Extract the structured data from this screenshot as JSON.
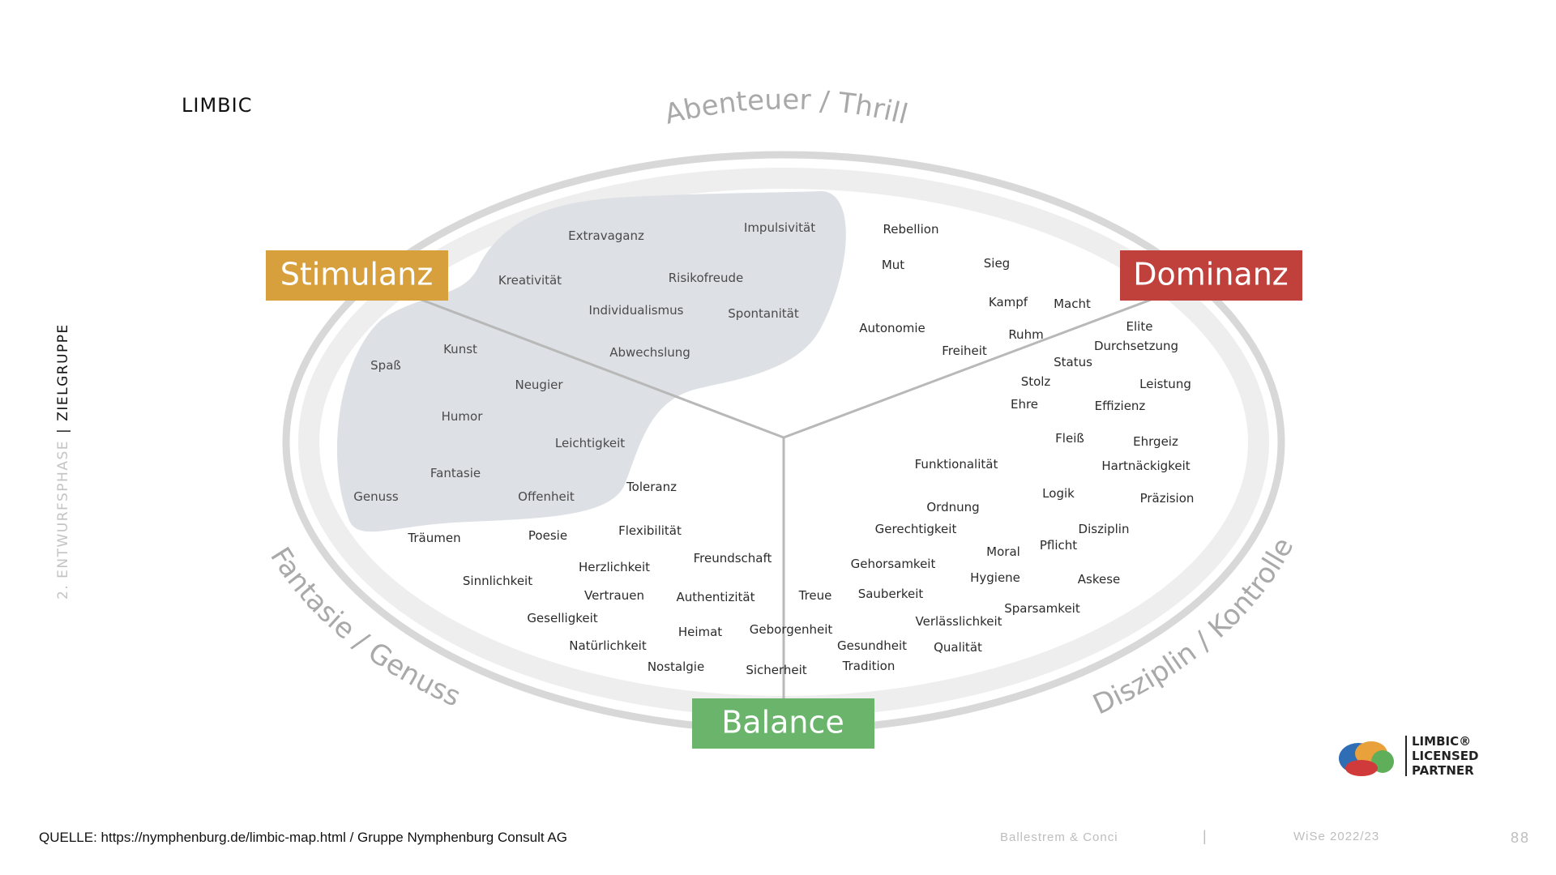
{
  "header": {
    "title": "LIMBIC"
  },
  "sidebar": {
    "phase": "2. ENTWURFSPHASE",
    "separator": "|",
    "group": "ZIELGRUPPE"
  },
  "diagram": {
    "arc_labels": {
      "top": "Abenteuer / Thrill",
      "bottom_left": "Fantasie / Genuss",
      "bottom_right": "Disziplin / Kontrolle"
    },
    "segments": {
      "stimulanz": "Stimulanz",
      "dominanz": "Dominanz",
      "balance": "Balance"
    },
    "colors": {
      "stimulanz": "#d8a03c",
      "dominanz": "#c0403c",
      "balance": "#6ab46c",
      "thrill_area": "#dde1e5",
      "ring": "#d5d5d5"
    },
    "words": {
      "extravaganz": "Extravaganz",
      "impulsivitaet": "Impulsivität",
      "kreativitaet": "Kreativität",
      "risikofreude": "Risikofreude",
      "individualismus": "Individualismus",
      "spontanitaet": "Spontanität",
      "abwechslung": "Abwechslung",
      "kunst": "Kunst",
      "spass": "Spaß",
      "neugier": "Neugier",
      "humor": "Humor",
      "leichtigkeit": "Leichtigkeit",
      "fantasie": "Fantasie",
      "genuss": "Genuss",
      "offenheit": "Offenheit",
      "toleranz": "Toleranz",
      "traeumen": "Träumen",
      "poesie": "Poesie",
      "flexibilitaet": "Flexibilität",
      "freundschaft": "Freundschaft",
      "herzlichkeit": "Herzlichkeit",
      "sinnlichkeit": "Sinnlichkeit",
      "vertrauen": "Vertrauen",
      "authentizitaet": "Authentizität",
      "treue": "Treue",
      "geselligkeit": "Geselligkeit",
      "heimat": "Heimat",
      "geborgenheit": "Geborgenheit",
      "natuerlichkeit": "Natürlichkeit",
      "nostalgie": "Nostalgie",
      "sicherheit": "Sicherheit",
      "rebellion": "Rebellion",
      "mut": "Mut",
      "sieg": "Sieg",
      "kampf": "Kampf",
      "macht": "Macht",
      "autonomie": "Autonomie",
      "elite": "Elite",
      "ruhm": "Ruhm",
      "freiheit": "Freiheit",
      "durchsetzung": "Durchsetzung",
      "status": "Status",
      "stolz": "Stolz",
      "leistung": "Leistung",
      "ehre": "Ehre",
      "effizienz": "Effizienz",
      "fleiss": "Fleiß",
      "ehrgeiz": "Ehrgeiz",
      "funktionalitaet": "Funktionalität",
      "hartnaeckigkeit": "Hartnäckigkeit",
      "logik": "Logik",
      "praezision": "Präzision",
      "ordnung": "Ordnung",
      "gerechtigkeit": "Gerechtigkeit",
      "disziplin": "Disziplin",
      "pflicht": "Pflicht",
      "moral": "Moral",
      "gehorsamkeit": "Gehorsamkeit",
      "hygiene": "Hygiene",
      "askese": "Askese",
      "sauberkeit": "Sauberkeit",
      "sparsamkeit": "Sparsamkeit",
      "verlaesslichkeit": "Verlässlichkeit",
      "gesundheit": "Gesundheit",
      "qualitaet": "Qualität",
      "tradition": "Tradition"
    }
  },
  "partner": {
    "line1": "LIMBIC®",
    "line2": "LICENSED",
    "line3": "PARTNER"
  },
  "footer": {
    "source": "QUELLE: https://nymphenburg.de/limbic-map.html / Gruppe Nymphenburg Consult AG",
    "author": "Ballestrem & Conci",
    "separator": "|",
    "term": "WiSe 2022/23",
    "page": "88"
  }
}
